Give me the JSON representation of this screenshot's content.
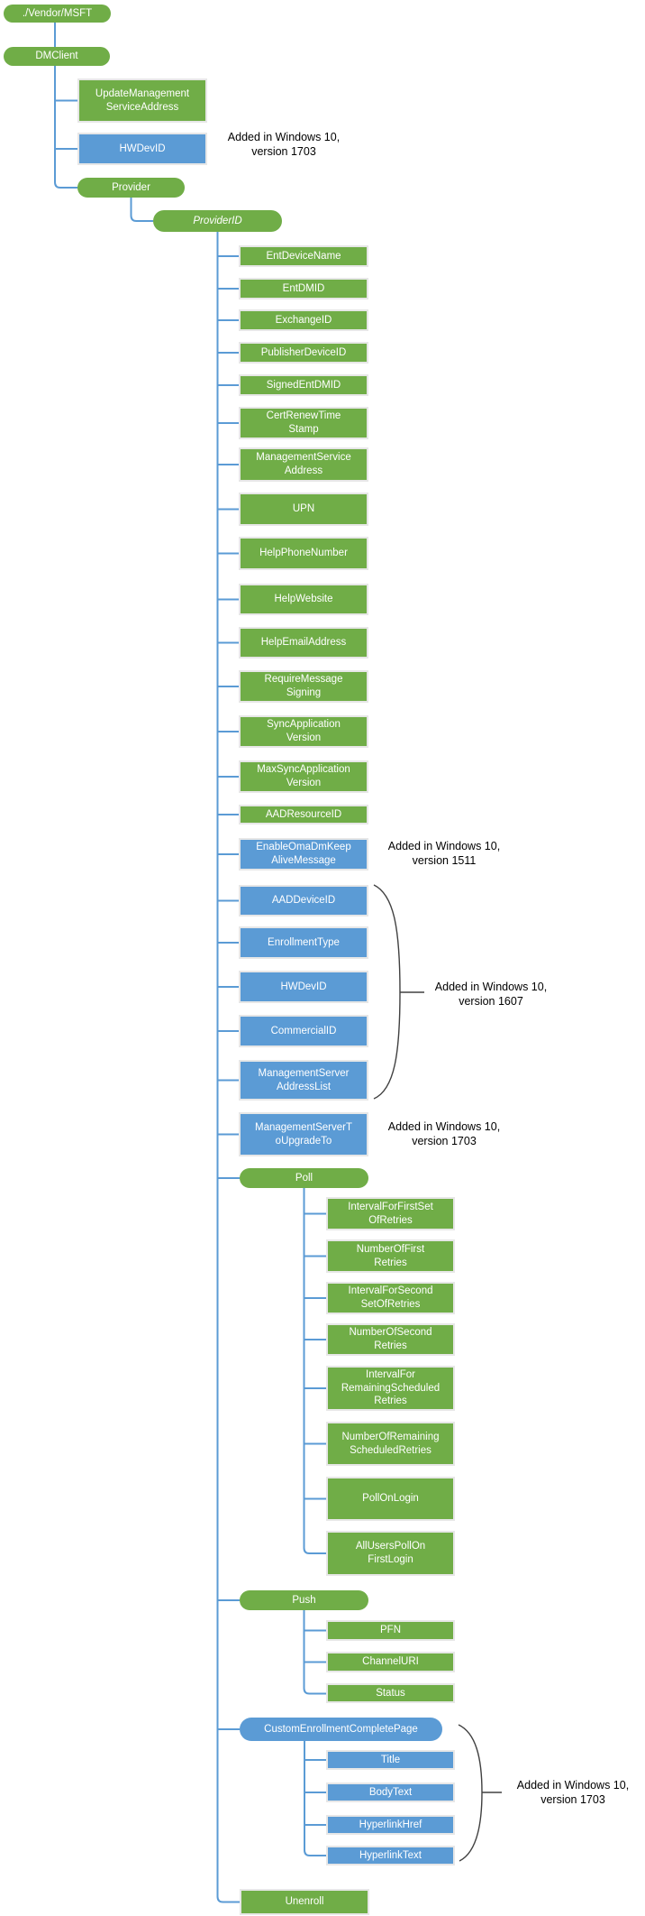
{
  "diagram": {
    "kind": "csp-tree",
    "colors": {
      "node_green": "#70AD47",
      "node_blue": "#5B9BD5",
      "connector": "#5B9BD5",
      "brace": "#404040",
      "annotation_text": "#000000",
      "box_border": "#e7e7e7"
    }
  },
  "nodes": [
    {
      "label": "./Vendor/MSFT"
    },
    {
      "label": "DMClient"
    },
    {
      "label": "UpdateManagement\nServiceAddress"
    },
    {
      "label": "HWDevID"
    },
    {
      "label": "Provider"
    },
    {
      "label": "ProviderID"
    },
    {
      "label": "EntDeviceName"
    },
    {
      "label": "EntDMID"
    },
    {
      "label": "ExchangeID"
    },
    {
      "label": "PublisherDeviceID"
    },
    {
      "label": "SignedEntDMID"
    },
    {
      "label": "CertRenewTime\nStamp"
    },
    {
      "label": "ManagementService\nAddress"
    },
    {
      "label": "UPN"
    },
    {
      "label": "HelpPhoneNumber"
    },
    {
      "label": "HelpWebsite"
    },
    {
      "label": "HelpEmailAddress"
    },
    {
      "label": "RequireMessage\nSigning"
    },
    {
      "label": "SyncApplication\nVersion"
    },
    {
      "label": "MaxSyncApplication\nVersion"
    },
    {
      "label": "AADResourceID"
    },
    {
      "label": "EnableOmaDmKeep\nAliveMessage"
    },
    {
      "label": "AADDeviceID"
    },
    {
      "label": "EnrollmentType"
    },
    {
      "label": "HWDevID"
    },
    {
      "label": "CommercialID"
    },
    {
      "label": "ManagementServer\nAddressList"
    },
    {
      "label": "ManagementServerT\noUpgradeTo"
    },
    {
      "label": "Poll"
    },
    {
      "label": "IntervalForFirstSet\nOfRetries"
    },
    {
      "label": "NumberOfFirst\nRetries"
    },
    {
      "label": "IntervalForSecond\nSetOfRetries"
    },
    {
      "label": "NumberOfSecond\nRetries"
    },
    {
      "label": "IntervalFor\nRemainingScheduled\nRetries"
    },
    {
      "label": "NumberOfRemaining\nScheduledRetries"
    },
    {
      "label": "PollOnLogin"
    },
    {
      "label": "AllUsersPollOn\nFirstLogin"
    },
    {
      "label": "Push"
    },
    {
      "label": "PFN"
    },
    {
      "label": "ChannelURI"
    },
    {
      "label": "Status"
    },
    {
      "label": "CustomEnrollmentCompletePage"
    },
    {
      "label": "Title"
    },
    {
      "label": "BodyText"
    },
    {
      "label": "HyperlinkHref"
    },
    {
      "label": "HyperlinkText"
    },
    {
      "label": "Unenroll"
    }
  ],
  "annotations": [
    {
      "text": "Added in Windows 10,\nversion 1703"
    },
    {
      "text": "Added in Windows 10,\nversion 1511"
    },
    {
      "text": "Added in Windows 10,\nversion 1607"
    },
    {
      "text": "Added in Windows 10,\nversion 1703"
    },
    {
      "text": "Added in Windows 10,\nversion 1703"
    }
  ]
}
